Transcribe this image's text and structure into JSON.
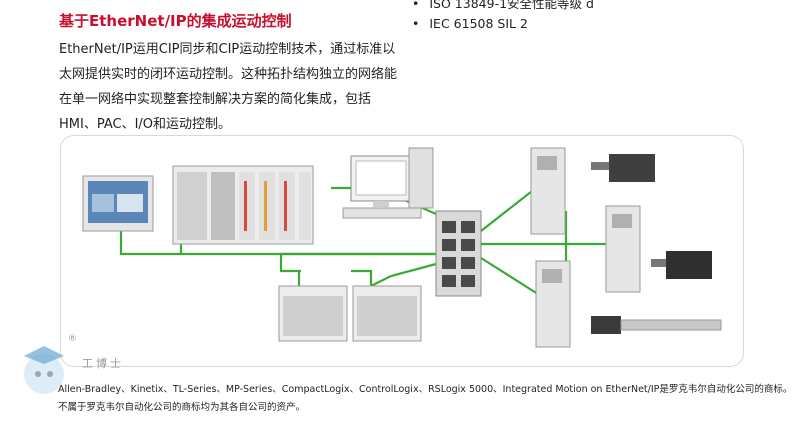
{
  "section_title": "基于EtherNet/IP的集成运动控制",
  "paragraph": "EtherNet/IP运用CIP同步和CIP运动控制技术，通过标准以太网提供实时的闭环运动控制。这种拓扑结构独立的网络能在单一网络中实现整套控制解决方案的简化集成，包括HMI、PAC、I/O和运动控制。",
  "standards": [
    "ISO 13849-1安全性能等级 d",
    "IEC 61508 SIL 2"
  ],
  "footer": {
    "trademarks": "Allen-Bradley、Kinetix、TL-Series、MP-Series、CompactLogix、ControlLogix、RSLogix 5000、Integrated Motion on EtherNet/IP是罗克韦尔自动化公司的商标。",
    "disclaimer": "不属于罗克韦尔自动化公司的商标均为其各自公司的资产。"
  },
  "watermark": {
    "text": "工博士",
    "registered": "®"
  },
  "colors": {
    "title": "#c8102e",
    "network": "#3aaa35",
    "border": "#d9d9d9"
  }
}
